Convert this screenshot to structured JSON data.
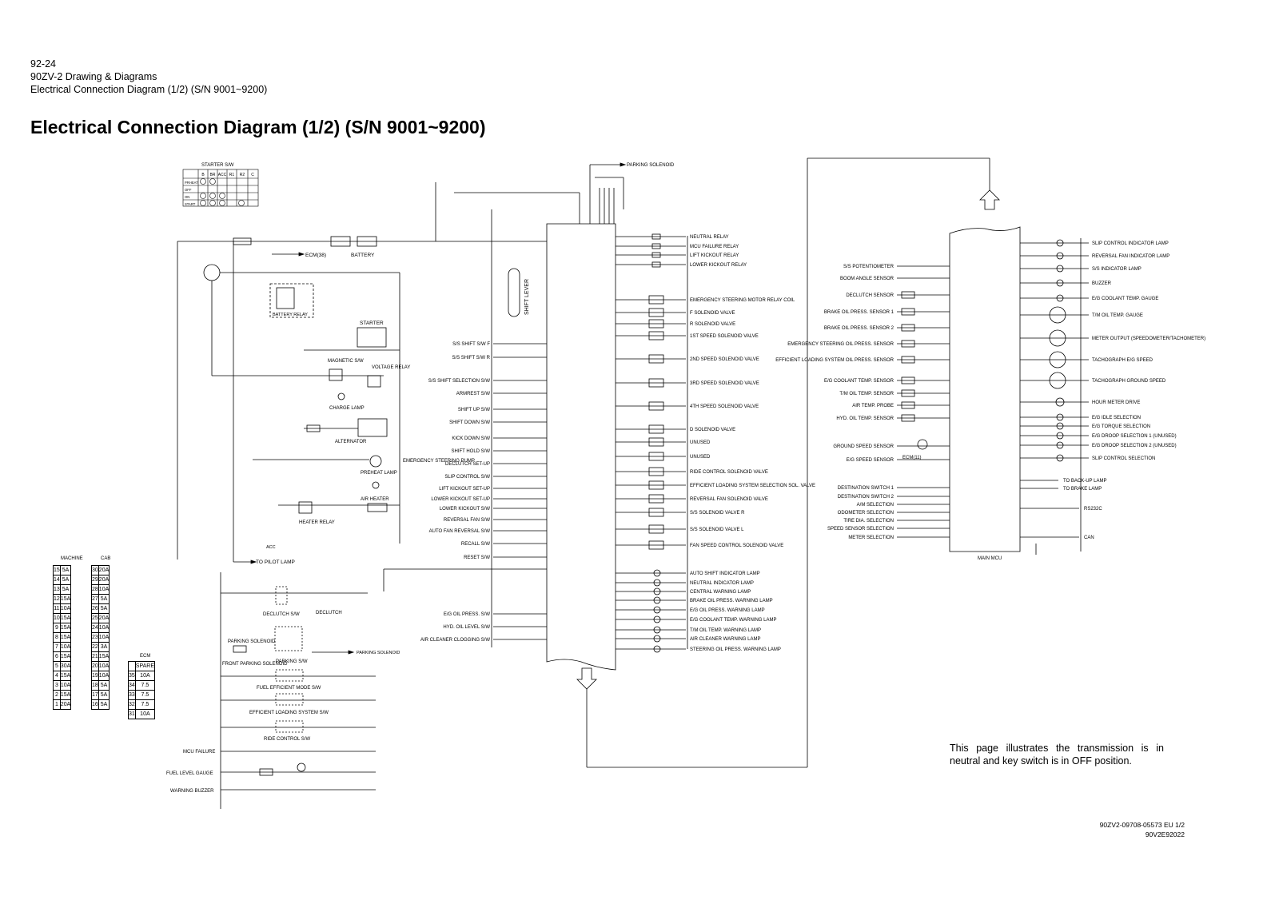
{
  "header": {
    "page_number": "92-24",
    "section": "90ZV-2 Drawing & Diagrams",
    "subtitle": "Electrical Connection Diagram (1/2) (S/N 9001~9200)"
  },
  "title": "Electrical Connection Diagram (1/2) (S/N 9001~9200)",
  "note": "This page illustrates the transmission is in neutral and key switch is in OFF position.",
  "doc_codes": [
    "90ZV2-09708-05573 EU 1/2",
    "90V2E92022"
  ],
  "starter_switch": {
    "title": "STARTER S/W",
    "columns": [
      "B",
      "BR",
      "ACC",
      "R1",
      "R2",
      "C"
    ],
    "rows": [
      "PRHEAT",
      "OFF",
      "ON",
      "START"
    ]
  },
  "fuse_table": {
    "machine_title": "MACHINE",
    "cab_title": "CAB",
    "ecm_title": "ECM",
    "machine": [
      [
        "15",
        "5A"
      ],
      [
        "14",
        "5A"
      ],
      [
        "13",
        "5A"
      ],
      [
        "12",
        "15A"
      ],
      [
        "11",
        "10A"
      ],
      [
        "10",
        "15A"
      ],
      [
        "9",
        "15A"
      ],
      [
        "8",
        "15A"
      ],
      [
        "7",
        "10A"
      ],
      [
        "6",
        "15A"
      ],
      [
        "5",
        "30A"
      ],
      [
        "4",
        "15A"
      ],
      [
        "3",
        "10A"
      ],
      [
        "2",
        "15A"
      ],
      [
        "1",
        "20A"
      ]
    ],
    "cab": [
      [
        "30",
        "20A"
      ],
      [
        "29",
        "20A"
      ],
      [
        "28",
        "10A"
      ],
      [
        "27",
        "5A"
      ],
      [
        "26",
        "5A"
      ],
      [
        "25",
        "20A"
      ],
      [
        "24",
        "10A"
      ],
      [
        "23",
        "10A"
      ],
      [
        "22",
        "3A"
      ],
      [
        "21",
        "15A"
      ],
      [
        "20",
        "10A"
      ],
      [
        "19",
        "10A"
      ],
      [
        "18",
        "5A"
      ],
      [
        "17",
        "5A"
      ],
      [
        "16",
        "5A"
      ]
    ],
    "ecm": [
      [
        "",
        "SPARE"
      ],
      [
        "35",
        "10A"
      ],
      [
        "34",
        "7.5"
      ],
      [
        "33",
        "7.5"
      ],
      [
        "32",
        "7.5"
      ],
      [
        "31",
        "10A"
      ]
    ]
  },
  "left_components": {
    "battery": "BATTERY",
    "ecm38": "ECM(38)",
    "battery_relay": "BATTERY RELAY",
    "starter": "STARTER",
    "magnetic_sw": "MAGNETIC S/W",
    "voltage_relay": "VOLTAGE RELAY",
    "charge_lamp": "CHARGE LAMP",
    "alternator": "ALTERNATOR",
    "emergency_pump": "EMERGENCY STEERING PUMP",
    "preheat_lamp": "PREHEAT LAMP",
    "air_heater": "AIR HEATER",
    "heater_relay": "HEATER RELAY",
    "to_pilot_lamp": "TO PILOT LAMP",
    "acc": "ACC",
    "declutch_sw": "DECLUTCH S/W",
    "declutch": "DECLUTCH",
    "parking_solenoid": "PARKING SOLENOID",
    "front_parking_solenoid": "FRONT PARKING SOLENOID",
    "parking_sw": "PARKING S/W",
    "fuel_efficient_sw": "FUEL EFFICIENT MODE S/W",
    "efficient_loading_sw": "EFFICIENT LOADING SYSTEM S/W",
    "ride_control_sw": "RIDE CONTROL S/W",
    "mcu_failure": "MCU FAILURE",
    "fuel_level_gauge": "FUEL LEVEL GAUGE",
    "warning_buzzer": "WARNING BUZZER",
    "parking_solenoid_out": "PARKING SOLENOID"
  },
  "shift_lever": "SHIFT LEVER",
  "mid_inputs": [
    "S/S SHIFT S/W F",
    "S/S SHIFT S/W R",
    "S/S SHIFT SELECTION S/W",
    "ARMREST S/W",
    "SHIFT UP S/W",
    "SHIFT DOWN S/W",
    "KICK DOWN S/W",
    "SHIFT HOLD S/W",
    "DECLUTCH SET-UP",
    "SLIP CONTROL S/W",
    "LIFT KICKOUT SET-UP",
    "LOWER KICKOUT SET-UP",
    "LOWER KICKOUT S/W",
    "REVERSAL FAN S/W",
    "AUTO FAN REVERSAL S/W",
    "RECALL S/W",
    "RESET S/W",
    "E/G OIL PRESS. S/W",
    "HYD. OIL LEVEL S/W",
    "AIR CLEANER CLOGGING S/W"
  ],
  "mid_outputs": [
    "NEUTRAL RELAY",
    "MCU FAILURE RELAY",
    "LIFT KICKOUT RELAY",
    "LOWER KICKOUT RELAY",
    "EMERGENCY STEERING MOTOR RELAY COIL",
    "F SOLENOID VALVE",
    "R SOLENOID VALVE",
    "1ST SPEED SOLENOID VALVE",
    "2ND SPEED SOLENOID VALVE",
    "3RD SPEED SOLENOID VALVE",
    "4TH SPEED SOLENOID VALVE",
    "D SOLENOID VALVE",
    "UNUSED",
    "UNUSED",
    "RIDE CONTROL SOLENOID VALVE",
    "EFFICIENT LOADING SYSTEM SELECTION SOL. VALVE",
    "REVERSAL FAN SOLENOID VALVE",
    "S/S SOLENOID VALVE R",
    "S/S SOLENOID VALVE L",
    "FAN SPEED CONTROL SOLENOID VALVE",
    "AUTO SHIFT INDICATOR LAMP",
    "NEUTRAL INDICATOR LAMP",
    "CENTRAL WARNING LAMP",
    "BRAKE OIL PRESS. WARNING LAMP",
    "E/G OIL PRESS. WARNING LAMP",
    "E/G COOLANT TEMP. WARNING LAMP",
    "T/M OIL TEMP. WARNING LAMP",
    "AIR CLEANER WARNING LAMP",
    "STEERING OIL PRESS. WARNING LAMP"
  ],
  "parking_solenoid_top": "PARKING SOLENOID",
  "right_inputs": [
    "S/S POTENTIOMETER",
    "BOOM ANGLE SENSOR",
    "DECLUTCH SENSOR",
    "BRAKE OIL PRESS. SENSOR 1",
    "BRAKE OIL PRESS. SENSOR 2",
    "EMERGENCY STEERING OIL PRESS. SENSOR",
    "EFFICIENT LOADING SYSTEM OIL PRESS. SENSOR",
    "E/G COOLANT TEMP. SENSOR",
    "T/M OIL TEMP. SENSOR",
    "AIR TEMP. PROBE",
    "HYD. OIL TEMP. SENSOR",
    "GROUND SPEED SENSOR",
    "E/G SPEED SENSOR",
    "DESTINATION SWITCH 1",
    "DESTINATION SWITCH 2",
    "A/M SELECTION",
    "ODOMETER SELECTION",
    "TIRE DIA. SELECTION",
    "SPEED SENSOR SELECTION",
    "METER SELECTION"
  ],
  "ecm11": "ECM(11)",
  "main_mcu": "MAIN MCU",
  "right_outputs": [
    "SLIP CONTROL INDICATOR LAMP",
    "REVERSAL FAN INDICATOR LAMP",
    "S/S INDICATOR LAMP",
    "BUZZER",
    "E/G COOLANT TEMP. GAUGE",
    "T/M OIL TEMP. GAUGE",
    "METER OUTPUT (SPEEDOMETER/TACHOMETER)",
    "TACHOGRAPH E/G SPEED",
    "TACHOGRAPH GROUND SPEED",
    "HOUR METER DRIVE",
    "E/G IDLE SELECTION",
    "E/G TORQUE SELECTION",
    "E/G DROOP SELECTION 1 (UNUSED)",
    "E/G DROOP SELECTION 2 (UNUSED)",
    "SLIP CONTROL SELECTION",
    "TO BACK-UP LAMP",
    "TO BRAKE LAMP",
    "RS232C",
    "CAN"
  ]
}
